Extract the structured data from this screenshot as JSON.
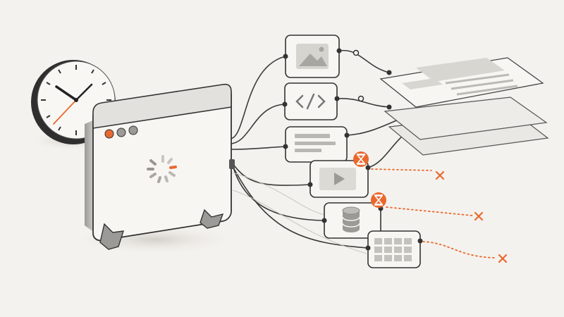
{
  "colors": {
    "background": "#f4f2ee",
    "ink": "#2b2b2b",
    "line": "#3a3a3a",
    "panel_fill": "#f7f6f3",
    "panel_gray": "#e3e1dd",
    "shadow": "#d9d6d0",
    "accent": "#e8692f",
    "clock_face": "#f8f7f4"
  },
  "clock": {
    "icon": "wall-clock-icon"
  },
  "browser_window": {
    "icon": "browser-window-icon",
    "window_dots": [
      "accent",
      "gray",
      "gray"
    ],
    "state": "loading-spinner"
  },
  "resources": [
    {
      "name": "image",
      "icon": "image-icon",
      "status": "loaded"
    },
    {
      "name": "code",
      "icon": "code-icon",
      "status": "loaded"
    },
    {
      "name": "text",
      "icon": "text-lines-icon",
      "status": "loaded"
    },
    {
      "name": "video",
      "icon": "play-icon",
      "status": "timeout"
    },
    {
      "name": "database",
      "icon": "database-icon",
      "status": "timeout"
    },
    {
      "name": "grid",
      "icon": "grid-icon",
      "status": "failed"
    }
  ],
  "page_stack": {
    "icon": "layered-pages-icon",
    "layers": 3
  },
  "markers": {
    "timeout_icon": "hourglass-icon",
    "fail_icon": "x-mark-icon"
  }
}
